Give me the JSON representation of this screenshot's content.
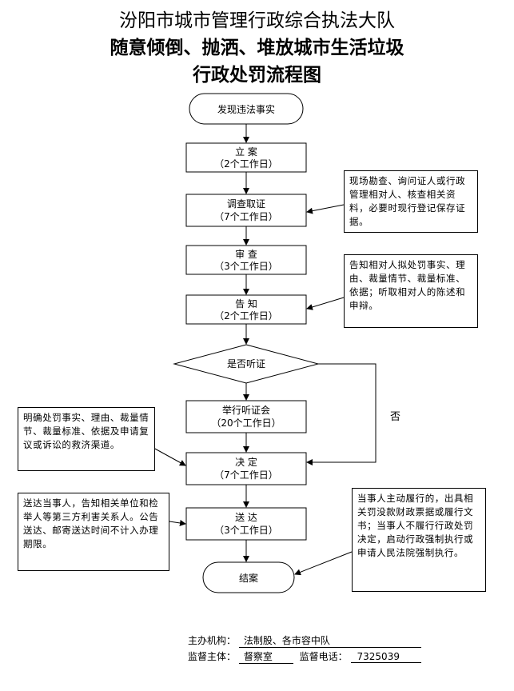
{
  "titles": {
    "line1": "汾阳市城市管理行政综合执法大队",
    "line2": "随意倾倒、抛洒、堆放城市生活垃圾",
    "line3": "行政处罚流程图"
  },
  "flow": {
    "start": "发现违法事实",
    "filing": {
      "title": "立 案",
      "days": "（2个工作日）"
    },
    "investigation": {
      "title": "调查取证",
      "days": "（7个工作日）"
    },
    "review": {
      "title": "审 查",
      "days": "（3个工作日）"
    },
    "notice": {
      "title": "告 知",
      "days": "（2个工作日）"
    },
    "decision_hearing": "是否听证",
    "hearing": {
      "title": "举行听证会",
      "days": "（20个工作日）"
    },
    "decide": {
      "title": "决 定",
      "days": "（7个工作日）"
    },
    "deliver": {
      "title": "送 达",
      "days": "（3个工作日）"
    },
    "end": "结案",
    "no_label": "否"
  },
  "notes": {
    "investigation": "现场勘查、询问证人或行政管理相对人、核查相关资料，必要时现行登记保存证据。",
    "notice": "告知相对人拟处罚事实、理由、裁量情节、裁量标准、依据；听取相对人的陈述和申辩。",
    "decide": "明确处罚事实、理由、裁量情节、裁量标准、依据及申请复议或诉讼的救济渠道。",
    "deliver": "送达当事人，告知相关单位和检举人等第三方利害关系人。公告送达、邮寄送达时间不计入办理期限。",
    "enforce": "当事人主动履行的，出具相关罚没款财政票据或履行文书；当事人不履行行政处罚决定，启动行政强制执行或申请人民法院强制执行。"
  },
  "footer": {
    "org_label": "主办机构：",
    "org_value": "法制股、各市容中队",
    "supervisor_label": "监督主体：",
    "supervisor_value": "督察室",
    "phone_label": "监督电话：",
    "phone_value": "7325039"
  }
}
